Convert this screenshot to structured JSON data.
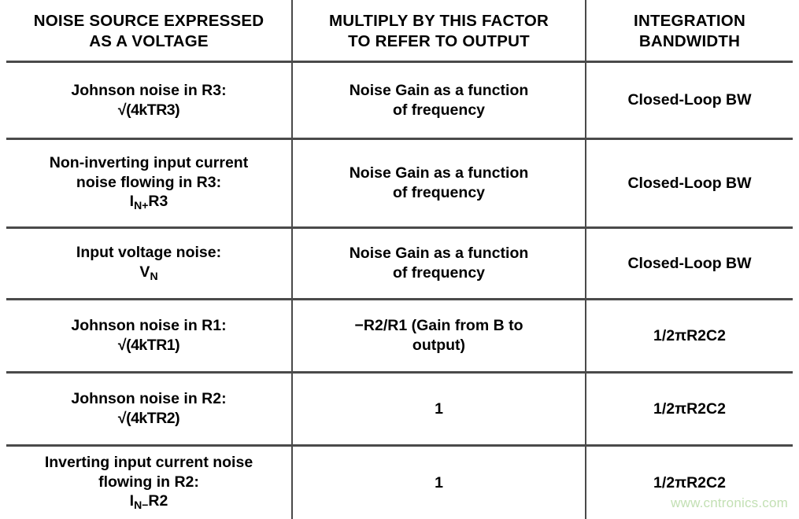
{
  "table": {
    "headers": [
      {
        "line1": "NOISE SOURCE EXPRESSED",
        "line2": "AS A VOLTAGE"
      },
      {
        "line1": "MULTIPLY BY THIS FACTOR",
        "line2": "TO REFER TO OUTPUT"
      },
      {
        "line1": "INTEGRATION",
        "line2": "BANDWIDTH"
      }
    ],
    "rows": [
      {
        "source": {
          "line1": "Johnson noise in R3:",
          "line2_pre": "√(4kTR3)",
          "line2_sub": "",
          "line2_post": "",
          "line3_pre": "",
          "line3_sub": "",
          "line3_post": ""
        },
        "factor": {
          "line1": "Noise Gain as a function",
          "line2": "of frequency"
        },
        "bandwidth": "Closed-Loop BW"
      },
      {
        "source": {
          "line1": "Non-inverting input current",
          "line2_pre": "noise flowing in R3:",
          "line2_sub": "",
          "line2_post": "",
          "line3_pre": "I",
          "line3_sub": "N+",
          "line3_post": "R3"
        },
        "factor": {
          "line1": "Noise Gain as a function",
          "line2": "of frequency"
        },
        "bandwidth": "Closed-Loop BW"
      },
      {
        "source": {
          "line1": "Input voltage noise:",
          "line2_pre": "V",
          "line2_sub": "N",
          "line2_post": "",
          "line3_pre": "",
          "line3_sub": "",
          "line3_post": ""
        },
        "factor": {
          "line1": "Noise Gain as a function",
          "line2": "of frequency"
        },
        "bandwidth": "Closed-Loop BW"
      },
      {
        "source": {
          "line1": "Johnson noise in R1:",
          "line2_pre": "√(4kTR1)",
          "line2_sub": "",
          "line2_post": "",
          "line3_pre": "",
          "line3_sub": "",
          "line3_post": ""
        },
        "factor": {
          "line1": "−R2/R1 (Gain from B to",
          "line2": "output)"
        },
        "bandwidth": "1/2πR2C2"
      },
      {
        "source": {
          "line1": "Johnson noise in R2:",
          "line2_pre": "√(4kTR2)",
          "line2_sub": "",
          "line2_post": "",
          "line3_pre": "",
          "line3_sub": "",
          "line3_post": ""
        },
        "factor": {
          "line1": "1",
          "line2": ""
        },
        "bandwidth": "1/2πR2C2"
      },
      {
        "source": {
          "line1": "Inverting input current noise",
          "line2_pre": "flowing in R2:",
          "line2_sub": "",
          "line2_post": "",
          "line3_pre": "I",
          "line3_sub": "N−",
          "line3_post": "R2"
        },
        "factor": {
          "line1": "1",
          "line2": ""
        },
        "bandwidth": "1/2πR2C2"
      }
    ]
  },
  "watermark": {
    "text": "www.cntronics.com",
    "color": "#c3e0b4"
  }
}
